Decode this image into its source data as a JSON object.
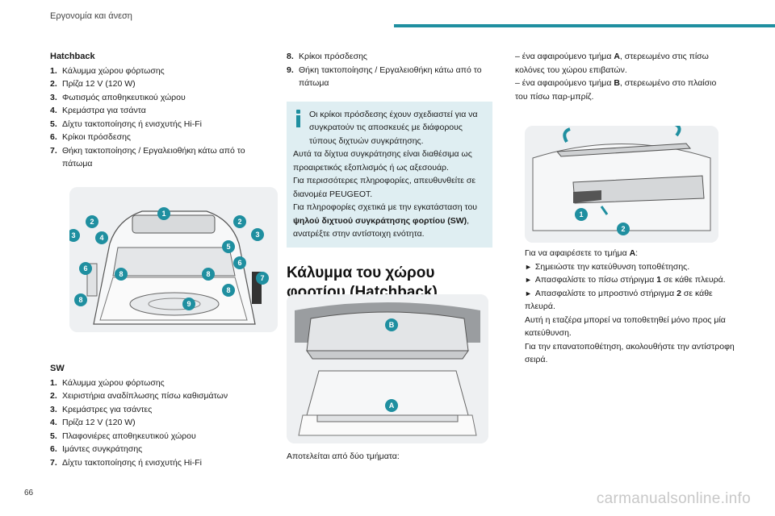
{
  "header": {
    "title": "Εργονομία και άνεση"
  },
  "hatchback": {
    "title": "Hatchback",
    "items": [
      {
        "n": "1.",
        "text": "Κάλυμμα χώρου φόρτωσης"
      },
      {
        "n": "2.",
        "text": "Πρίζα 12 V (120 W)"
      },
      {
        "n": "3.",
        "text": "Φωτισμός αποθηκευτικού χώρου"
      },
      {
        "n": "4.",
        "text": "Κρεμάστρα για τσάντα"
      },
      {
        "n": "5.",
        "text": "Δίχτυ τακτοποίησης ή ενισχυτής Hi-Fi"
      },
      {
        "n": "6.",
        "text": "Κρίκοι πρόσδεσης"
      },
      {
        "n": "7.",
        "text": "Θήκη τακτοποίησης / Εργαλειοθήκη κάτω από το πάτωμα"
      }
    ]
  },
  "figure1": {
    "callouts": [
      "1",
      "2",
      "2",
      "3",
      "3",
      "4",
      "5",
      "6",
      "6",
      "7",
      "8",
      "8",
      "8",
      "8",
      "9"
    ]
  },
  "sw": {
    "title": "SW",
    "items": [
      {
        "n": "1.",
        "text": "Κάλυμμα χώρου φόρτωσης"
      },
      {
        "n": "2.",
        "text": "Χειριστήρια αναδίπλωσης πίσω καθισμάτων"
      },
      {
        "n": "3.",
        "text": "Κρεμάστρες για τσάντες"
      },
      {
        "n": "4.",
        "text": "Πρίζα 12 V (120 W)"
      },
      {
        "n": "5.",
        "text": "Πλαφονιέρες αποθηκευτικού χώρου"
      },
      {
        "n": "6.",
        "text": "Ιμάντες συγκράτησης"
      },
      {
        "n": "7.",
        "text": "Δίχτυ τακτοποίησης ή ενισχυτής Hi-Fi"
      }
    ]
  },
  "col2": {
    "items": [
      {
        "n": "8.",
        "text": "Κρίκοι πρόσδεσης"
      },
      {
        "n": "9.",
        "text": "Θήκη τακτοποίησης / Εργαλειοθήκη κάτω από το πάτωμα"
      }
    ],
    "info": {
      "p1": "Οι κρίκοι πρόσδεσης έχουν σχεδιαστεί για να συγκρατούν τις αποσκευές με διάφορους τύπους διχτυών συγκράτησης.",
      "p2": "Αυτά τα δίχτυα συγκράτησης είναι διαθέσιμα ως προαιρετικός εξοπλισμός ή ως αξεσουάρ.",
      "p3": "Για περισσότερες πληροφορίες, απευθυνθείτε σε διανομέα PEUGEOT.",
      "p4_pre": "Για πληροφορίες σχετικά με την εγκατάσταση του ",
      "p4_bold": "ψηλού διχτυού συγκράτησης φορτίου (SW)",
      "p4_post": ", ανατρέξτε στην αντίστοιχη ενότητα."
    },
    "heading": "Κάλυμμα του χώρου φορτίου (Hatchback)",
    "figure_labels": [
      "B",
      "A"
    ],
    "caption": "Αποτελείται από δύο τμήματα:"
  },
  "col3": {
    "line1_pre": "–  ένα αφαιρούμενο τμήμα ",
    "line1_bold": "A",
    "line1_post": ", στερεωμένο στις πίσω κολόνες του χώρου επιβατών.",
    "line2_pre": "–  ένα αφαιρούμενο τμήμα ",
    "line2_bold": "B",
    "line2_post": ", στερεωμένο στο πλαίσιο του πίσω παρ-μπρίζ.",
    "figure_labels": [
      "1",
      "2"
    ],
    "remove_pre": "Για να αφαιρέσετε το τμήμα ",
    "remove_bold": "A",
    "remove_post": ":",
    "arrow": "►",
    "step1": "Σημειώστε την κατεύθυνση τοποθέτησης.",
    "step2_pre": "Απασφαλίστε το πίσω στήριγμα ",
    "step2_bold": "1",
    "step2_post": " σε κάθε πλευρά.",
    "step3_pre": "Απασφαλίστε το μπροστινό στήριγμα ",
    "step3_bold": "2",
    "step3_post": " σε κάθε πλευρά.",
    "para1": "Αυτή η εταζέρα μπορεί να τοποθετηθεί μόνο προς μία κατεύθυνση.",
    "para2": "Για την επανατοποθέτηση, ακολουθήστε την αντίστροφη σειρά."
  },
  "footer": {
    "page": "66",
    "watermark": "carmanualsonline.info"
  },
  "colors": {
    "accent": "#1f8fa0",
    "info_bg": "#dfeef2"
  }
}
